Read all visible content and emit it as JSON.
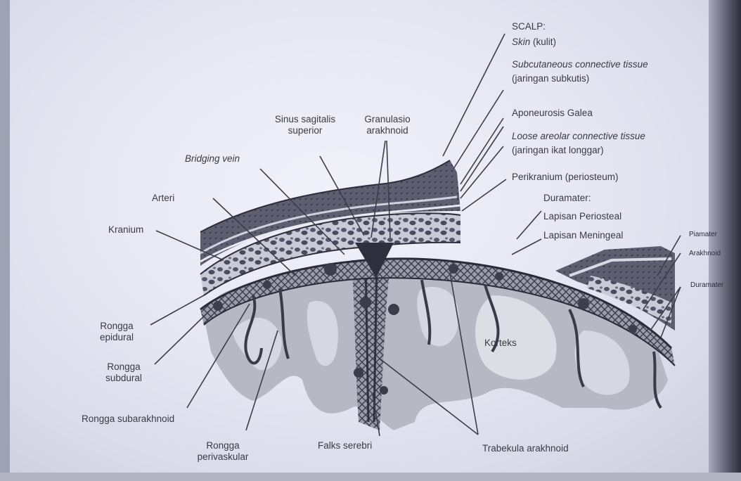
{
  "labels": {
    "scalp": "SCALP:",
    "skin_italic": "Skin",
    "skin_rest": " (kulit)",
    "subcut_italic": "Subcutaneous connective tissue",
    "subcut_rest": "(jaringan subkutis)",
    "aponeurosis": "Aponeurosis Galea",
    "loose_italic": "Loose areolar connective tissue",
    "loose_rest": "(jaringan ikat longgar)",
    "perikranium": "Perikranium (periosteum)",
    "duramater_title": "Duramater:",
    "lapisan_periosteal": "Lapisan Periosteal",
    "lapisan_meningeal": "Lapisan Meningeal",
    "sinus_line1": "Sinus sagitalis",
    "sinus_line2": "superior",
    "granulasio_line1": "Granulasio",
    "granulasio_line2": "arakhnoid",
    "bridging_vein": "Bridging vein",
    "arteri": "Arteri",
    "kranium": "Kranium",
    "rongga_epidural_1": "Rongga",
    "rongga_epidural_2": "epidural",
    "rongga_subdural_1": "Rongga",
    "rongga_subdural_2": "subdural",
    "rongga_subarakhnoid": "Rongga subarakhnoid",
    "rongga_perivaskular_1": "Rongga",
    "rongga_perivaskular_2": "perivaskular",
    "falks_serebri": "Falks serebri",
    "trabekula": "Trabekula arakhnoid",
    "korteks": "Korteks",
    "piamater": "Piamater",
    "arakhnoid": "Arakhnoid",
    "duramater_small": "Duramater"
  }
}
